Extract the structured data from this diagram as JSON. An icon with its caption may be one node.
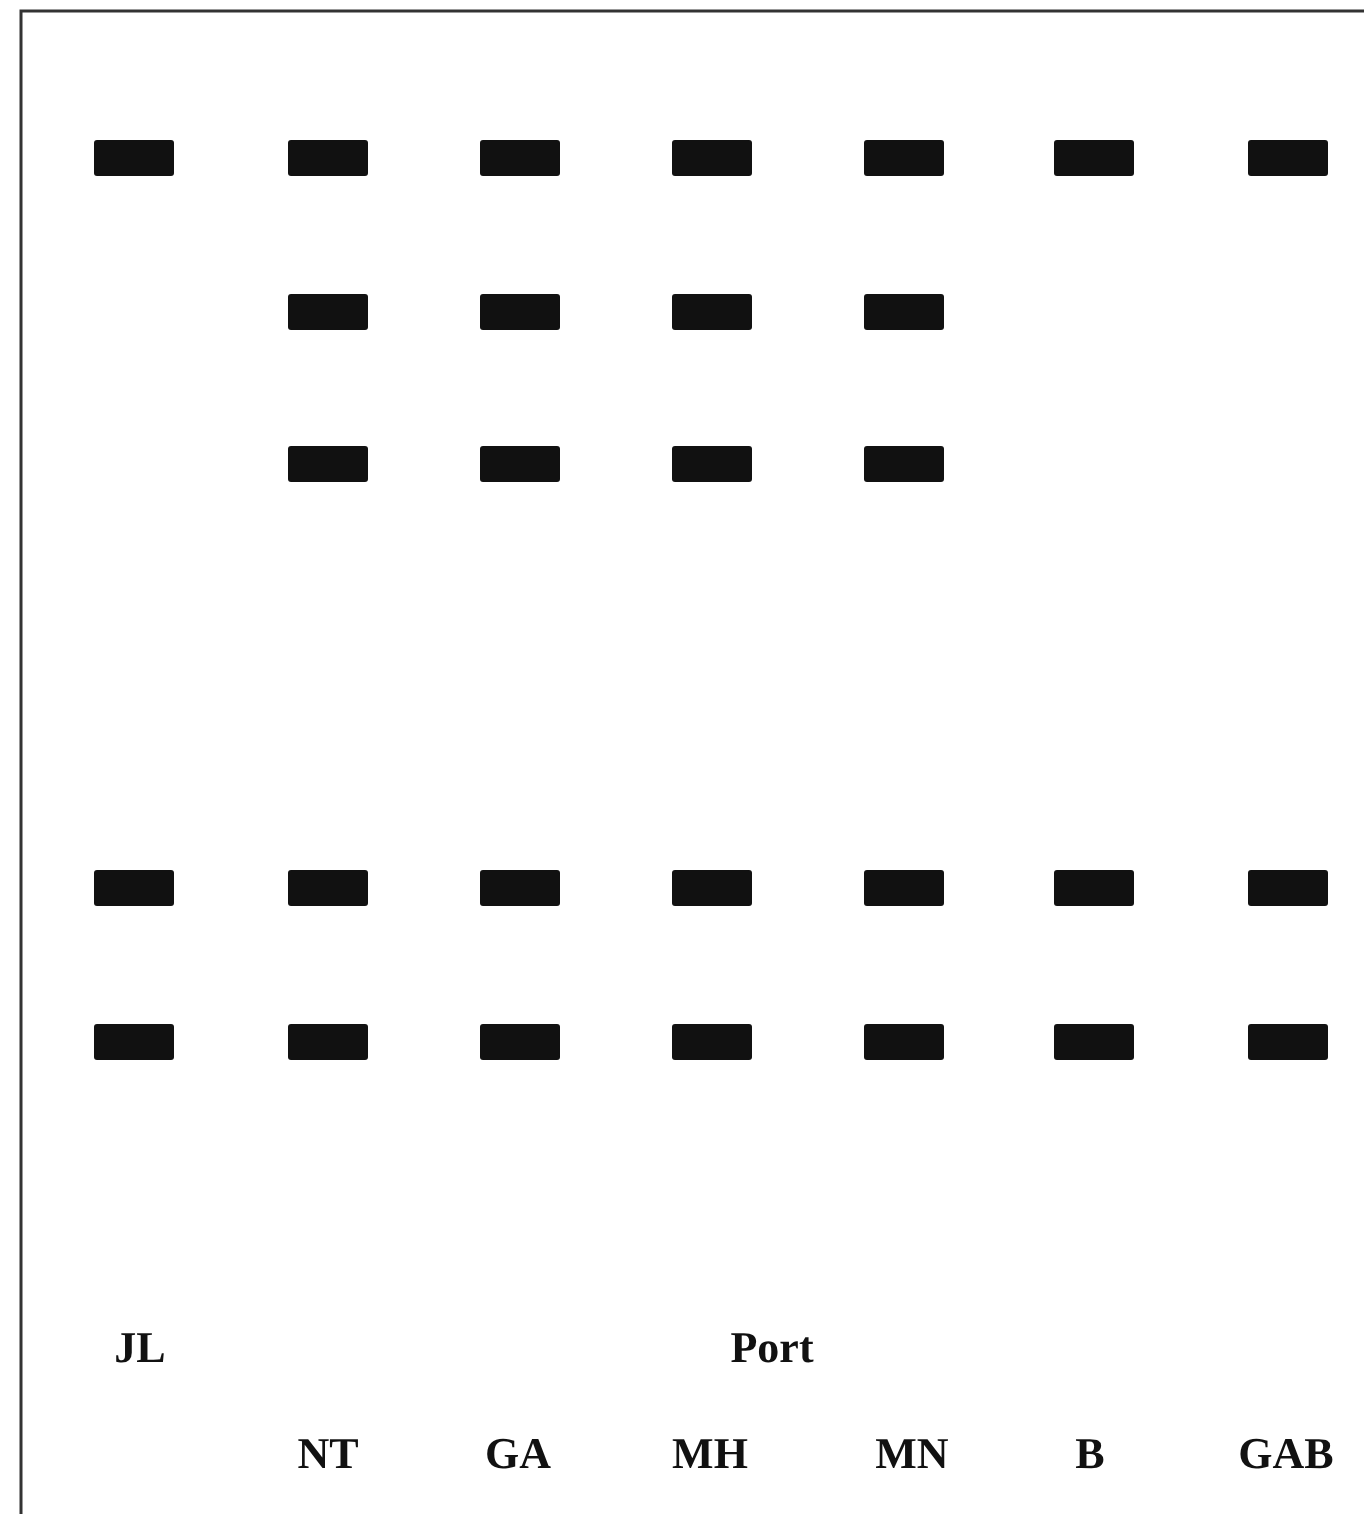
{
  "diagram": {
    "labels": [
      "JL",
      "Port",
      "NT",
      "GA",
      "MH",
      "MN",
      "B",
      "GAB"
    ]
  }
}
